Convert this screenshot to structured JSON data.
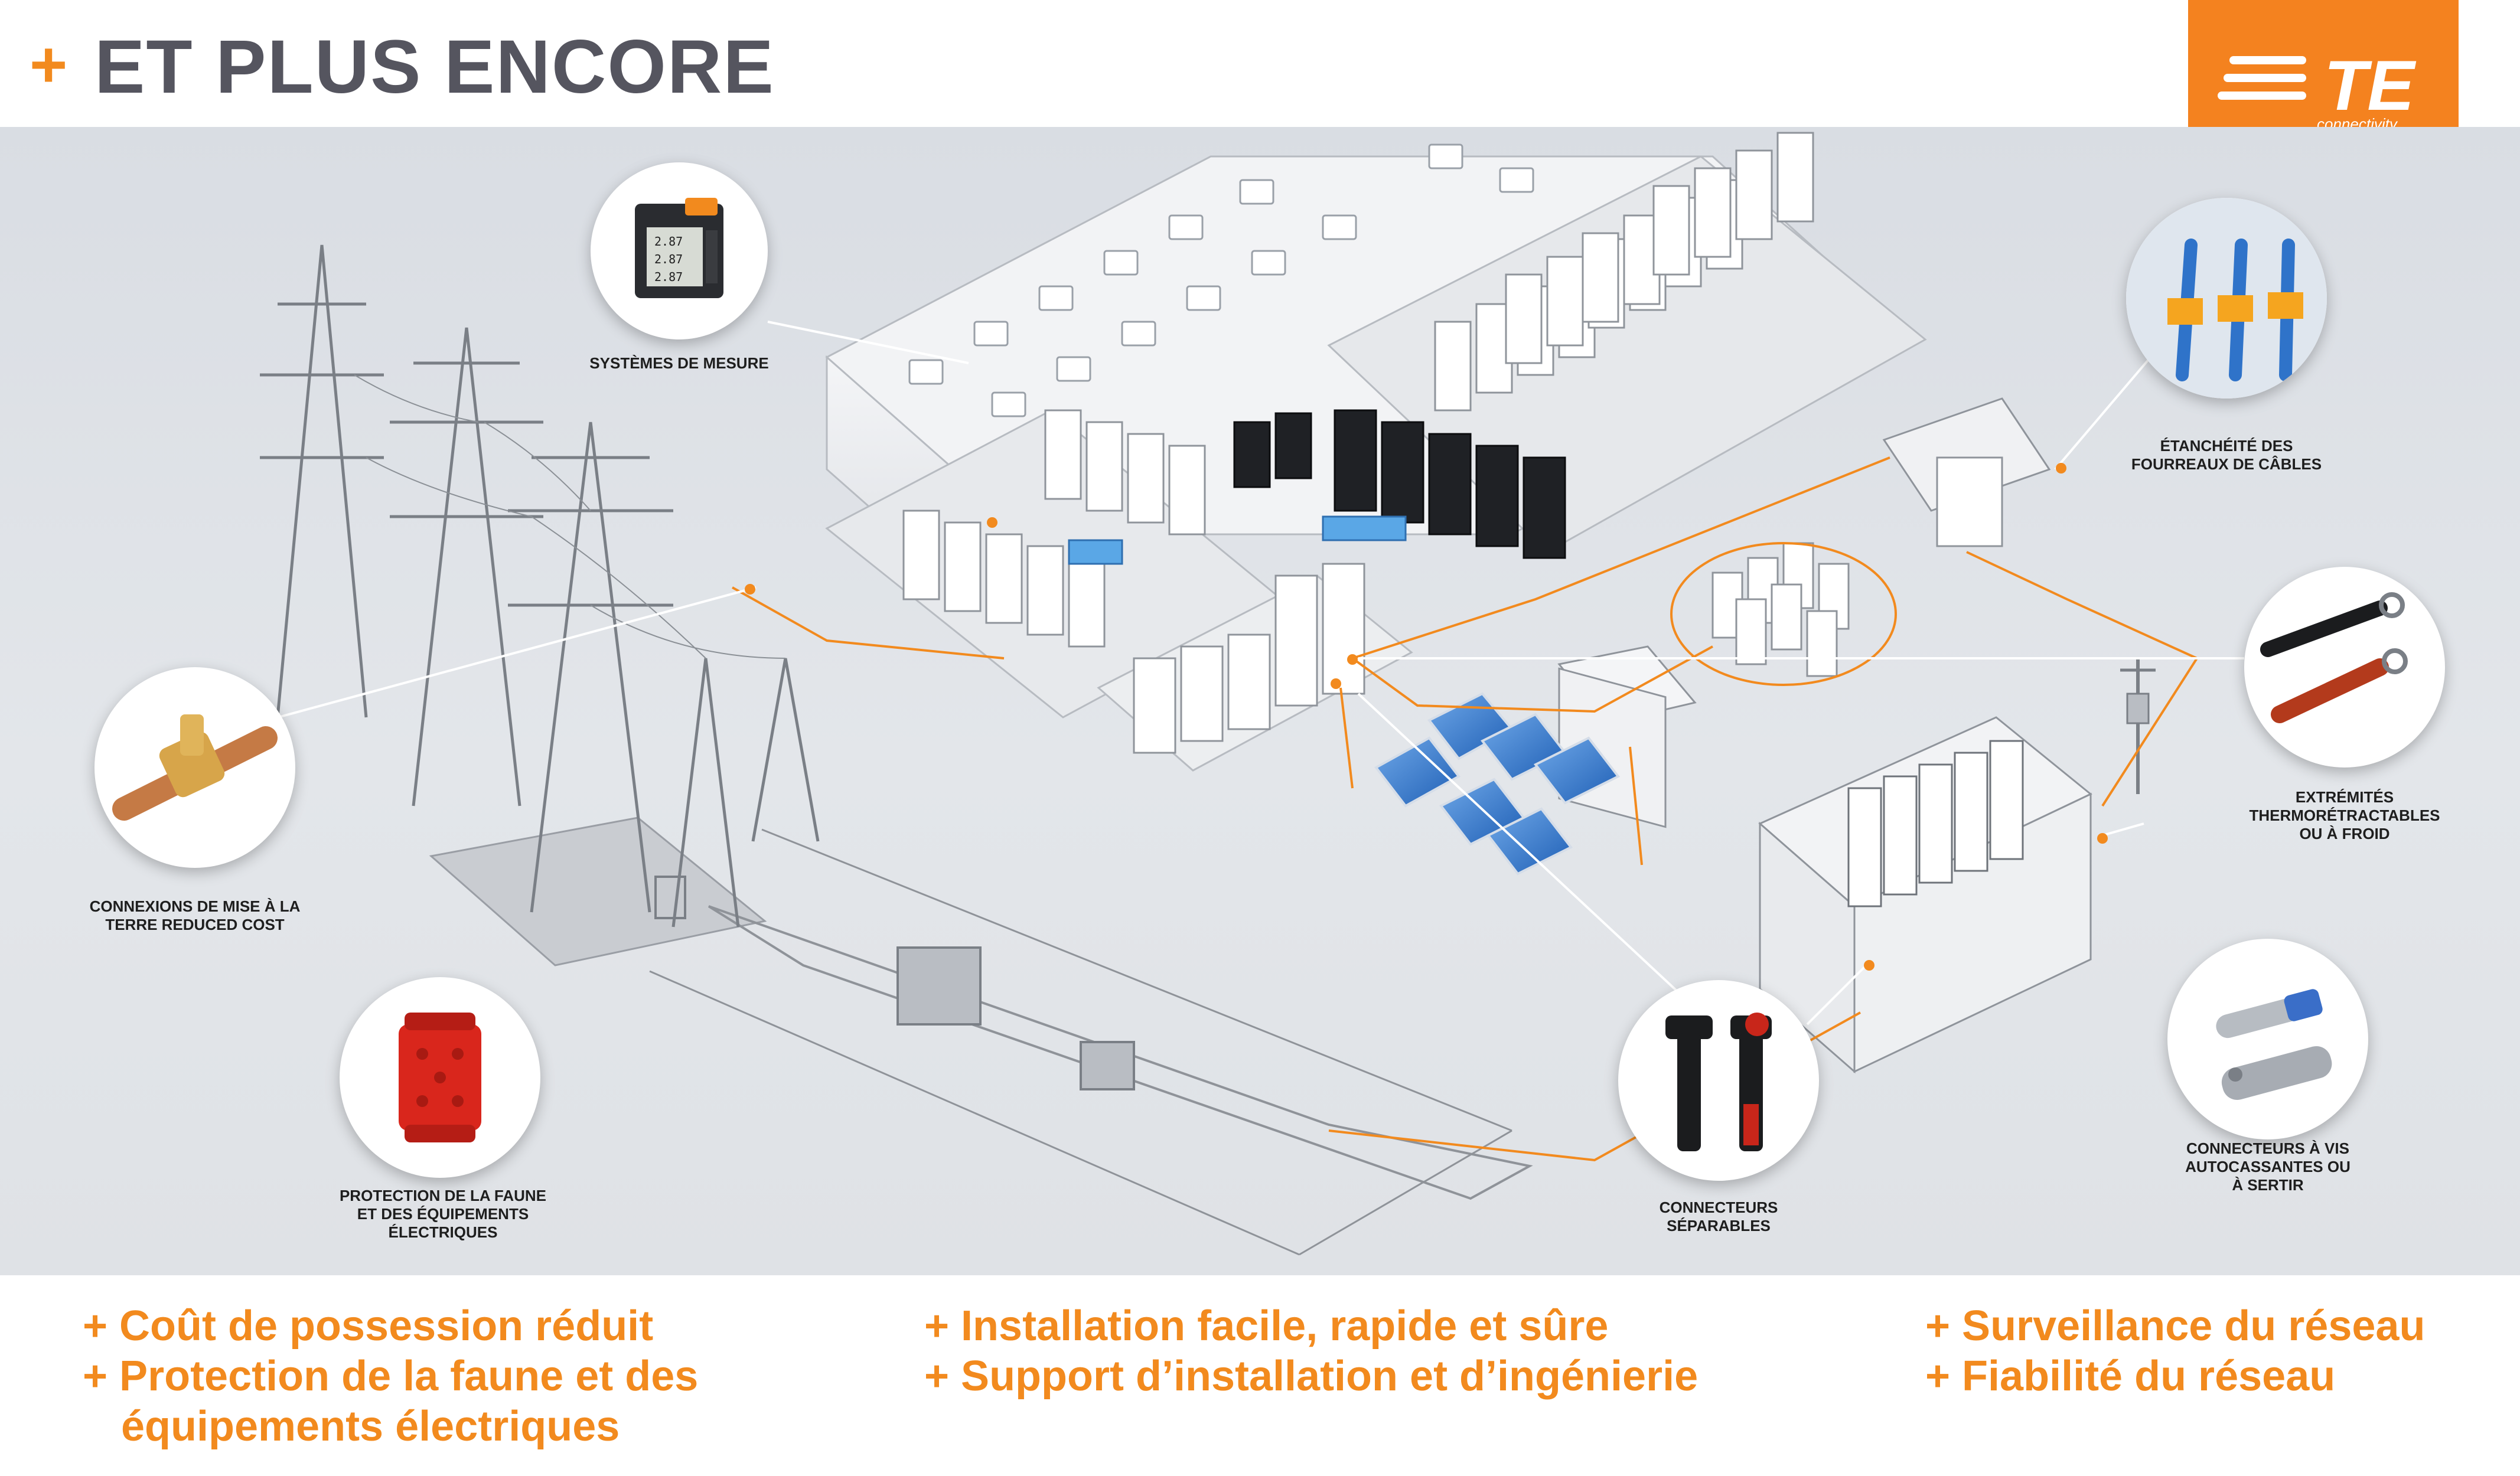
{
  "header": {
    "plus": "+",
    "title": "ET PLUS ENCORE",
    "logo_mark": "TE",
    "logo_sub": "connectivity"
  },
  "callouts": [
    {
      "id": "measure",
      "label": "SYSTÈMES DE MESURE"
    },
    {
      "id": "sealing",
      "label_line1": "ÉTANCHÉITÉ DES",
      "label_line2": "FOURREAUX DE CÂBLES"
    },
    {
      "id": "grounding",
      "label_line1": "CONNEXIONS DE MISE À LA",
      "label_line2": "TERRE REDUCED COST"
    },
    {
      "id": "terminations",
      "label_line1": "EXTRÉMITÉS",
      "label_line2": "THERMORÉTRACTABLES",
      "label_line3": "OU À FROID"
    },
    {
      "id": "wildlife",
      "label_line1": "PROTECTION DE LA FAUNE",
      "label_line2": "ET DES ÉQUIPEMENTS",
      "label_line3": "ÉLECTRIQUES"
    },
    {
      "id": "separable",
      "label_line1": "CONNECTEURS",
      "label_line2": "SÉPARABLES"
    },
    {
      "id": "lugs",
      "label_line1": "CONNECTEURS À VIS",
      "label_line2": "AUTOCASSANTES OU",
      "label_line3": "À SERTIR"
    }
  ],
  "benefits": {
    "col1": [
      "+ Coût de possession réduit",
      "+ Protection de la faune et des",
      "équipements électriques"
    ],
    "col2": [
      "+ Installation facile, rapide et sûre",
      "+ Support d’installation et d’ingénierie"
    ],
    "col3": [
      "+ Surveillance du réseau",
      "+ Fiabilité du réseau"
    ]
  },
  "colors": {
    "accent": "#f28a1e",
    "title_gray": "#55555f",
    "logo_orange": "#f4821f"
  },
  "meter_display": [
    "2.87",
    "2.87",
    "2.87"
  ]
}
